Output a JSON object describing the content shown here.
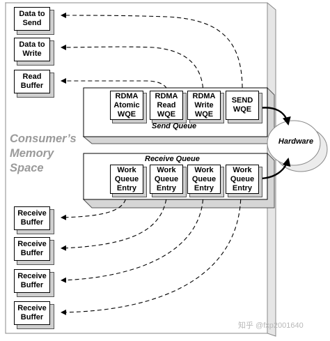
{
  "memory_space": {
    "label_lines": [
      "Consumer’s",
      "Memory",
      "Space"
    ]
  },
  "left_buffers_top": [
    {
      "id": "data-to-send",
      "lines": [
        "Data to",
        "Send"
      ]
    },
    {
      "id": "data-to-write",
      "lines": [
        "Data to",
        "Write"
      ]
    },
    {
      "id": "read-buffer",
      "lines": [
        "Read",
        "Buffer"
      ]
    }
  ],
  "send_queue": {
    "label": "Send Queue",
    "entries": [
      {
        "id": "rdma-atomic-wqe",
        "lines": [
          "RDMA",
          "Atomic",
          "WQE"
        ]
      },
      {
        "id": "rdma-read-wqe",
        "lines": [
          "RDMA",
          "Read",
          "WQE"
        ]
      },
      {
        "id": "rdma-write-wqe",
        "lines": [
          "RDMA",
          "Write",
          "WQE"
        ]
      },
      {
        "id": "send-wqe",
        "lines": [
          "SEND",
          "WQE"
        ]
      }
    ]
  },
  "receive_queue": {
    "label": "Receive Queue",
    "entries": [
      {
        "id": "work-queue-entry-1",
        "lines": [
          "Work",
          "Queue",
          "Entry"
        ]
      },
      {
        "id": "work-queue-entry-2",
        "lines": [
          "Work",
          "Queue",
          "Entry"
        ]
      },
      {
        "id": "work-queue-entry-3",
        "lines": [
          "Work",
          "Queue",
          "Entry"
        ]
      },
      {
        "id": "work-queue-entry-4",
        "lines": [
          "Work",
          "Queue",
          "Entry"
        ]
      }
    ]
  },
  "left_buffers_bottom": [
    {
      "id": "receive-buffer-1",
      "lines": [
        "Receive",
        "Buffer"
      ]
    },
    {
      "id": "receive-buffer-2",
      "lines": [
        "Receive",
        "Buffer"
      ]
    },
    {
      "id": "receive-buffer-3",
      "lines": [
        "Receive",
        "Buffer"
      ]
    },
    {
      "id": "receive-buffer-4",
      "lines": [
        "Receive",
        "Buffer"
      ]
    }
  ],
  "hardware": {
    "label": "Hardware"
  },
  "watermark": {
    "text": "知乎 @fxp2001640"
  }
}
